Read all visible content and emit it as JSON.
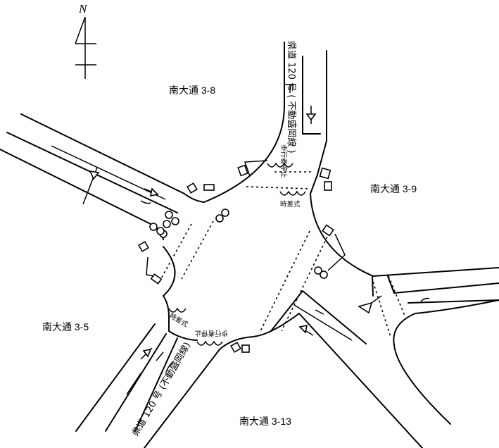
{
  "map": {
    "compass_letter": "N",
    "blocks": {
      "nw": "南大通 3-8",
      "ne": "南大通 3-9",
      "sw": "南大通 3-5",
      "s": "南大通 3-13"
    },
    "roads": {
      "north": "県道 120 号 ( 不動盛岡線 )",
      "south": "県道 120 号 (不動盛岡線)"
    },
    "signal_labels": {
      "pedestrian_stop": "歩行者停止",
      "time_diff": "時差式"
    }
  }
}
